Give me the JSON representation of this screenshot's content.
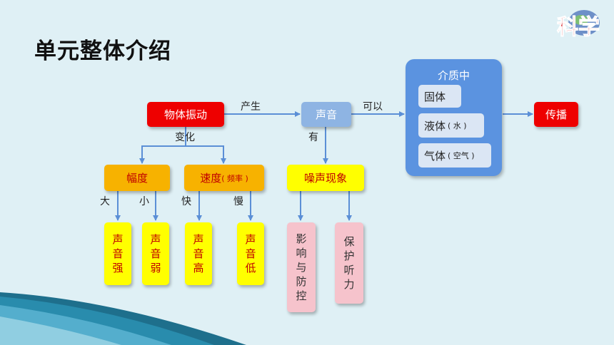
{
  "title": "单元整体介绍",
  "logo": {
    "text": "科学"
  },
  "nodes": {
    "vibration": "物体振动",
    "sound": "声音",
    "propagate": "传播",
    "amplitude": "幅度",
    "speed": "速度",
    "speed_note": "( 频率 )",
    "noise": "噪声现象"
  },
  "medium": {
    "title": "介质中",
    "solid": "固体",
    "liquid": "液体",
    "liquid_note": "( 水 )",
    "gas": "气体",
    "gas_note": "( 空气 )"
  },
  "edge_labels": {
    "produce": "产生",
    "can": "可以",
    "change": "变化",
    "have": "有",
    "big": "大",
    "small": "小",
    "fast": "快",
    "slow": "慢"
  },
  "results": {
    "loud": [
      "声",
      "音",
      "强"
    ],
    "weak": [
      "声",
      "音",
      "弱"
    ],
    "high": [
      "声",
      "音",
      "高"
    ],
    "low": [
      "声",
      "音",
      "低"
    ],
    "affect": [
      "影",
      "响",
      "与",
      "防",
      "控"
    ],
    "protect": [
      "保",
      "护",
      "听",
      "力"
    ]
  },
  "colors": {
    "background": "#dff0f5",
    "red": "#ee0000",
    "orange": "#f7b200",
    "yellow": "#ffff00",
    "pink": "#f6c3cc",
    "panel": "#5b93e0",
    "arrow": "#5b8fd6"
  }
}
